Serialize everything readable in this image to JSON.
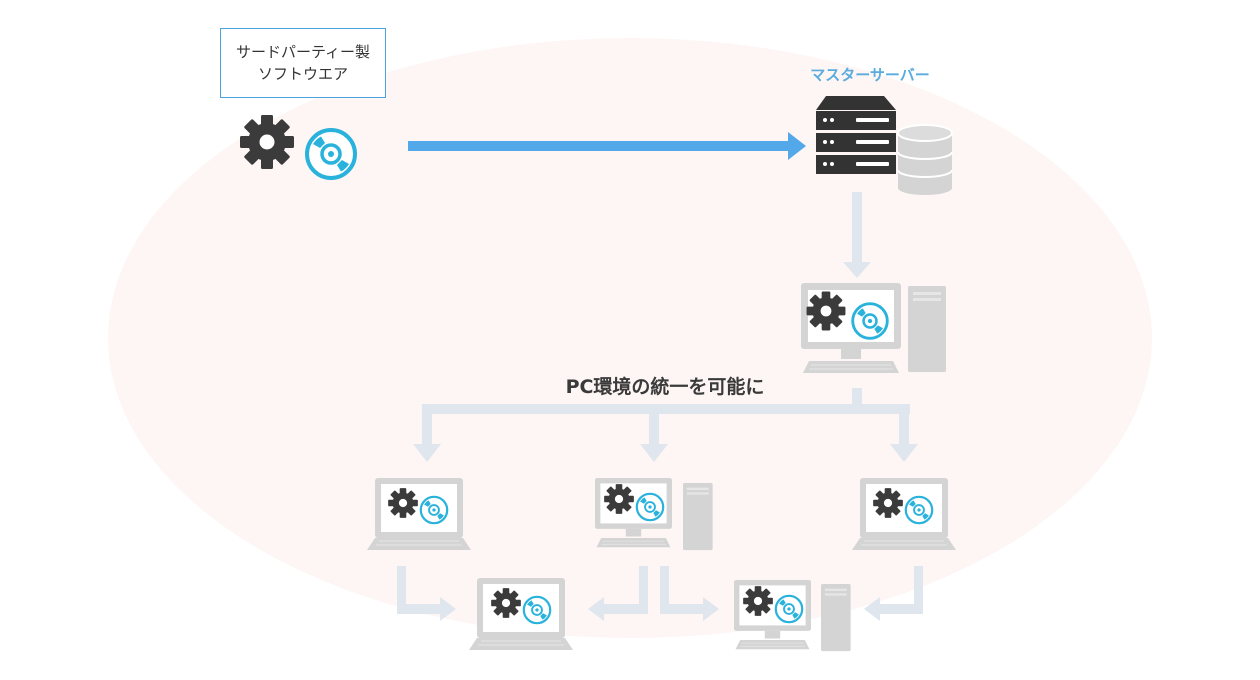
{
  "source_box": {
    "line1": "サードパーティー製",
    "line2": "ソフトウエア"
  },
  "server": {
    "title": "マスターサーバー"
  },
  "caption": {
    "text": "PC環境の統一を可能に"
  },
  "icons": {
    "gear": "gear-icon",
    "disc": "cd-disc-icon",
    "server": "server-rack-icon",
    "database": "database-icon",
    "desktop": "desktop-pc-icon",
    "laptop": "laptop-icon",
    "tower": "pc-tower-icon"
  },
  "colors": {
    "accent_blue": "#52a8e8",
    "disc_cyan": "#29b2dc",
    "gear_dark": "#3a3a3a",
    "device_gray": "#d4d4d4",
    "arrow_light": "#dfe6ee",
    "background_blob": "#fdf6f4",
    "server_title": "#5aacdf"
  }
}
